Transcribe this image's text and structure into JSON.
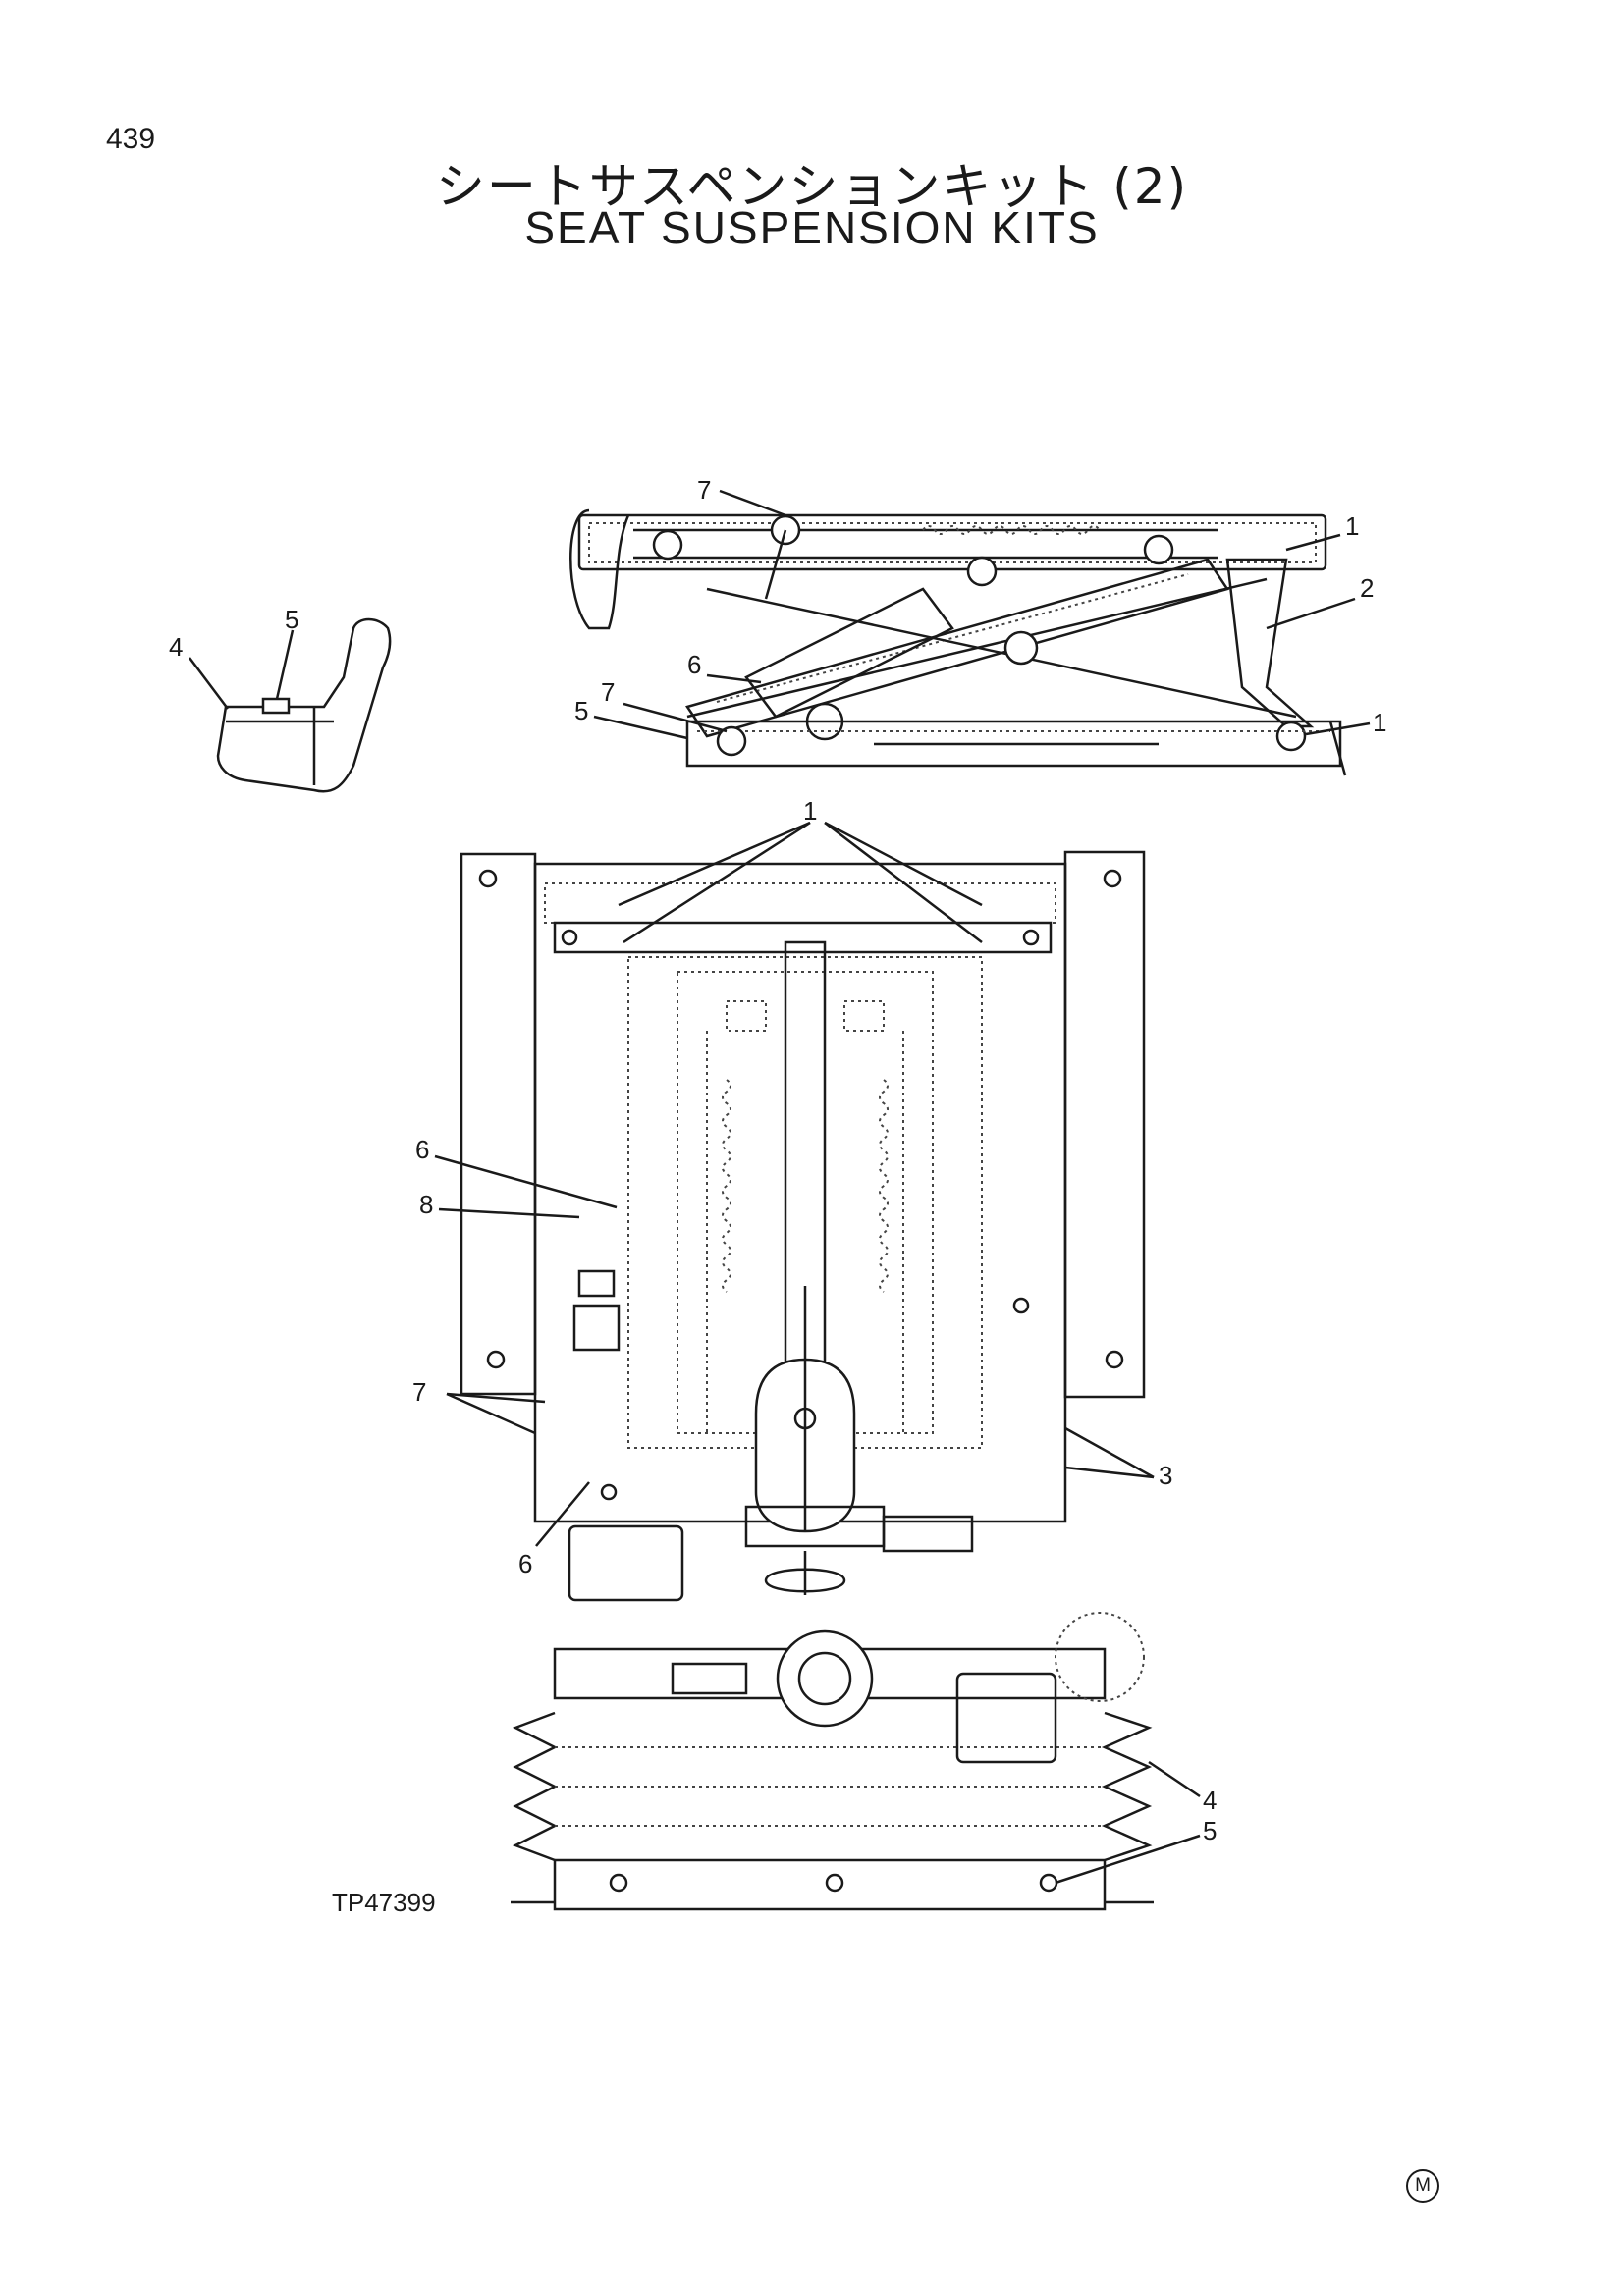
{
  "page": {
    "number": "439",
    "title_jp": "シートサスペンションキット (2)",
    "title_en": "SEAT SUSPENSION KITS",
    "drawing_id": "TP47399",
    "mark": "M"
  },
  "callouts": {
    "side_view": [
      "7",
      "1",
      "2",
      "6",
      "7",
      "5",
      "1"
    ],
    "detail": [
      "5",
      "4"
    ],
    "top_view": [
      "1",
      "6",
      "8",
      "7",
      "3",
      "6"
    ],
    "bellows_view": [
      "4",
      "5"
    ]
  }
}
